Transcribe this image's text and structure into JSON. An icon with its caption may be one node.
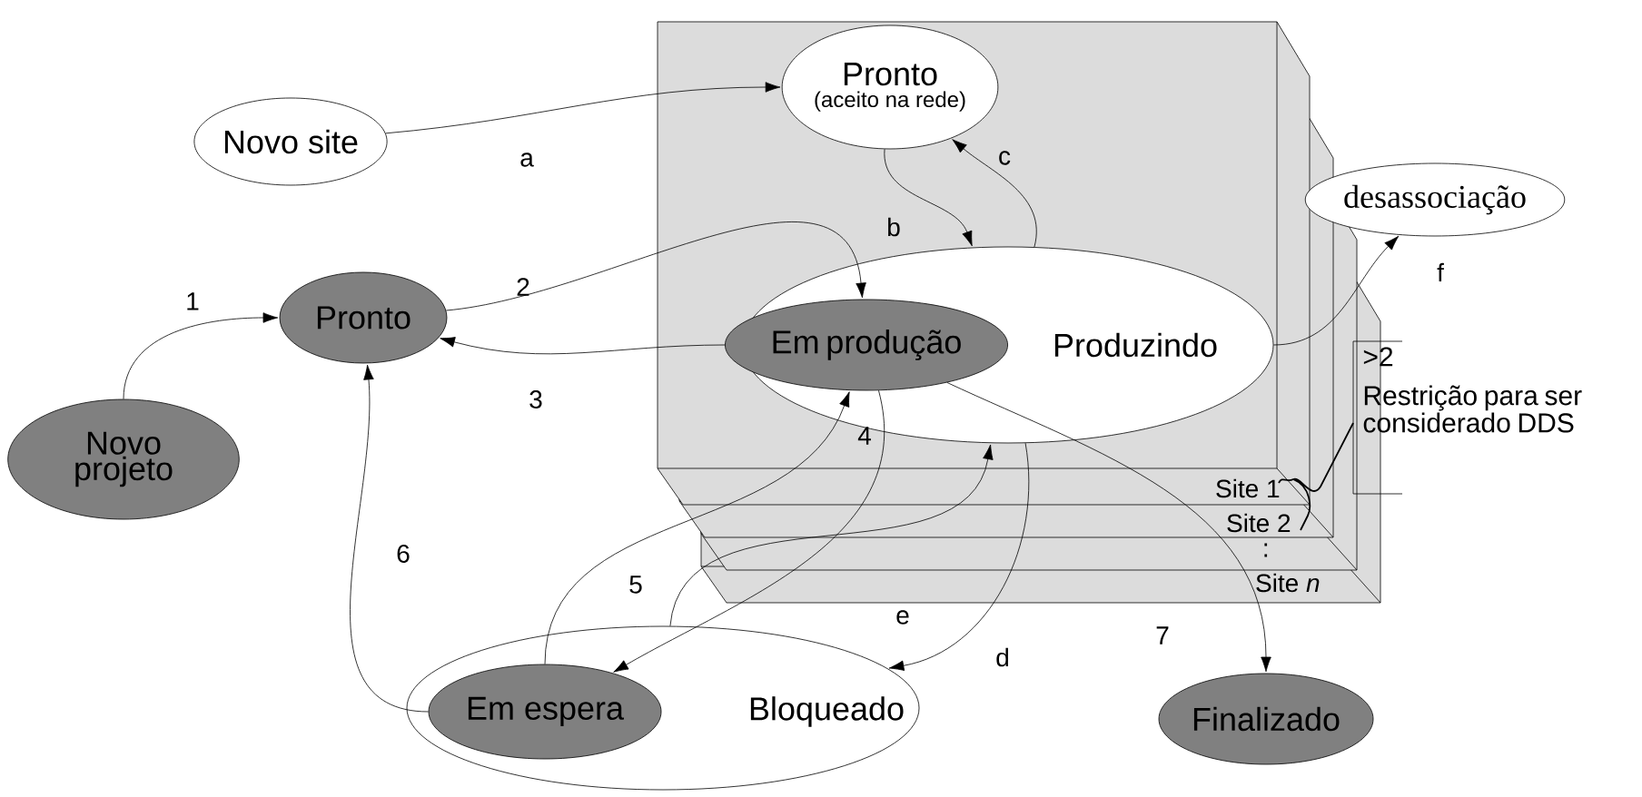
{
  "diagram": {
    "nodes": [
      {
        "text": [
          "Novo site"
        ]
      },
      {
        "text": [
          "Pronto",
          "(aceito na rede)"
        ]
      },
      {
        "text": [
          "desassociação"
        ]
      },
      {
        "text": [
          "Pronto"
        ]
      },
      {
        "text": [
          "Produzindo"
        ]
      },
      {
        "text": [
          "Em produção"
        ],
        "in": 4
      },
      {
        "text": [
          "Novo projeto"
        ]
      },
      {
        "text": [
          "Bloqueado"
        ]
      },
      {
        "text": [
          "Em espera"
        ],
        "in": 7
      },
      {
        "text": [
          "Finalizado"
        ]
      }
    ],
    "edges": [
      {
        "from": 0,
        "to": 1,
        "arrow": "to",
        "label": "a"
      },
      {
        "from": 1,
        "to": 4,
        "arrow": "to",
        "label": "b"
      },
      {
        "from": 4,
        "to": 1,
        "arrow": "to",
        "label": "c"
      },
      {
        "from": 4,
        "to": 2,
        "arrow": "to",
        "label": "f"
      },
      {
        "from": 6,
        "to": 3,
        "arrow": "to",
        "label": "1"
      },
      {
        "from": 3,
        "to": 5,
        "arrow": "to",
        "label": "2"
      },
      {
        "from": 5,
        "to": 3,
        "arrow": "to",
        "label": "3"
      },
      {
        "from": 5,
        "to": 8,
        "arrow": "to",
        "label": "4"
      },
      {
        "from": 8,
        "to": 5,
        "arrow": "to",
        "label": "5"
      },
      {
        "from": 8,
        "to": 3,
        "arrow": "to",
        "label": "6"
      },
      {
        "from": 7,
        "to": 4,
        "arrow": "to",
        "label": "e"
      },
      {
        "from": 4,
        "to": 7,
        "arrow": "to",
        "label": "d"
      },
      {
        "from": 5,
        "to": 9,
        "arrow": "to",
        "label": "7"
      }
    ],
    "labels": [
      "Site 1",
      "Site 2",
      ":",
      "Site *n*",
      ">2",
      "Restrição para ser considerado DDS"
    ]
  }
}
